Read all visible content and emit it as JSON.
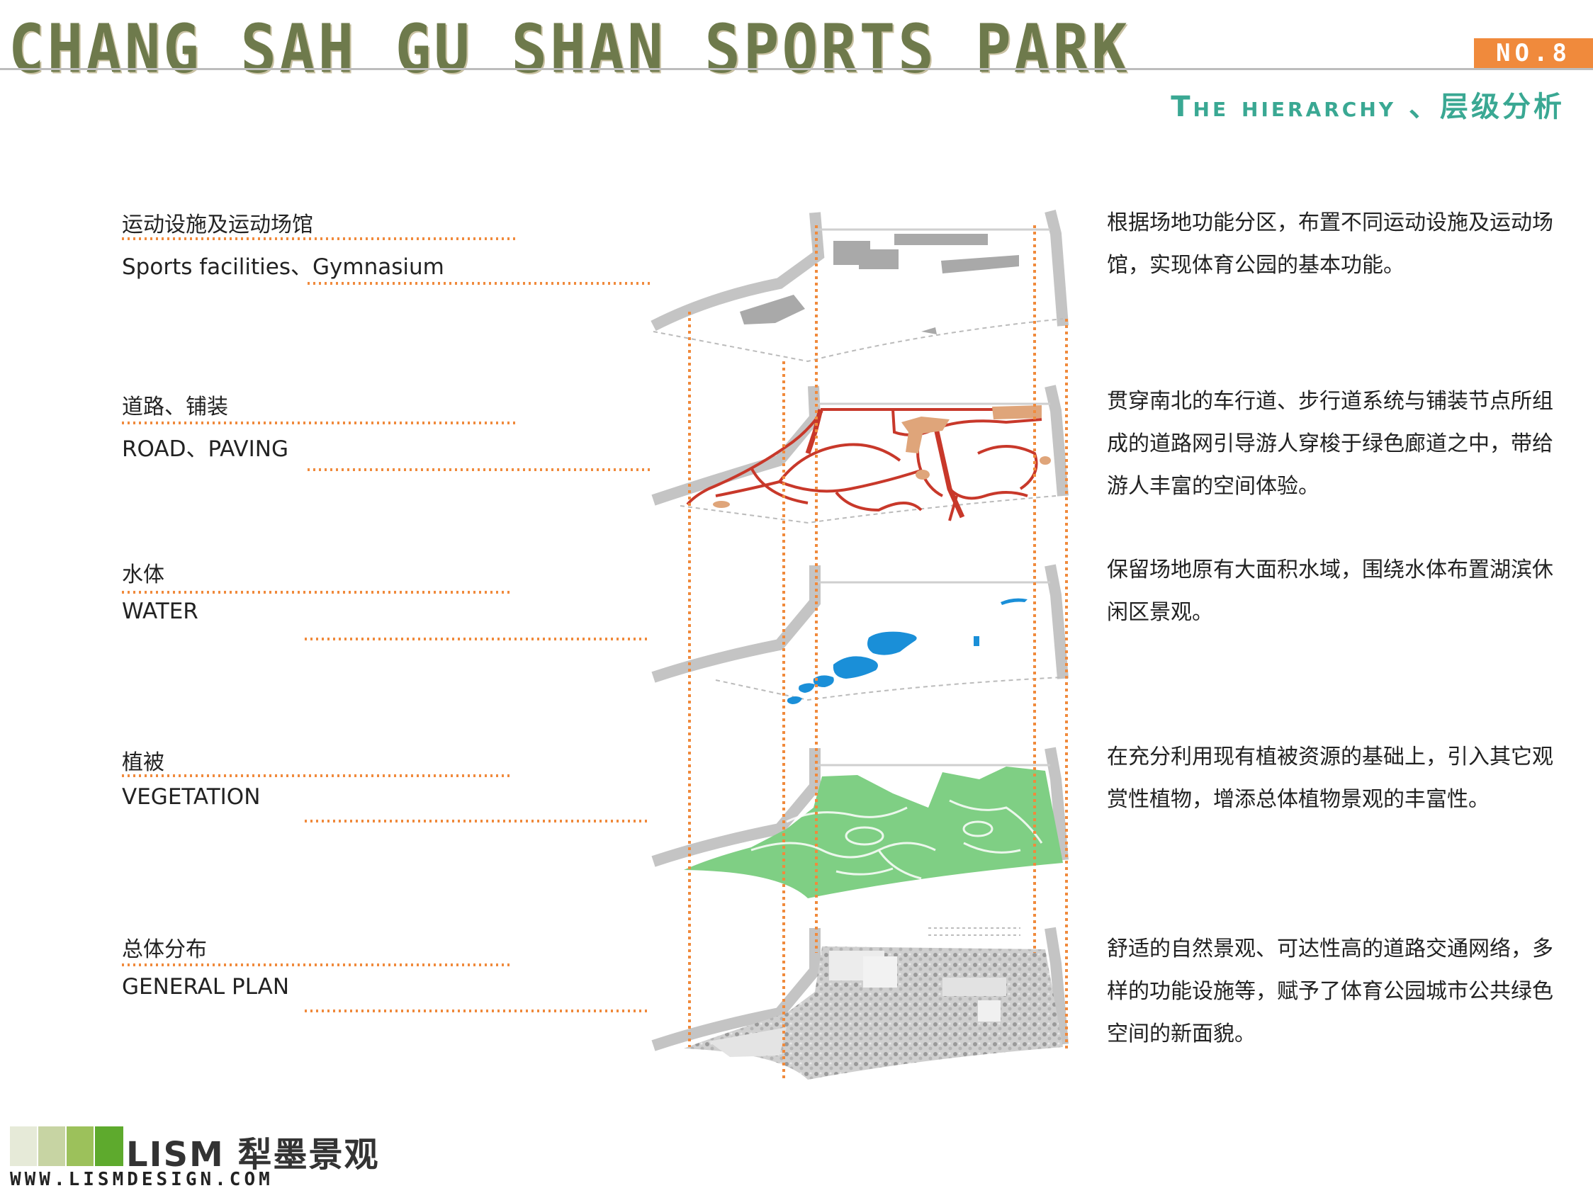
{
  "header": {
    "title": "CHANG SAH GU SHAN SPORTS PARK",
    "page_number": "NO.8",
    "section_title": "The hierarchy 、层级分析"
  },
  "layers": [
    {
      "cn": "运动设施及运动场馆",
      "en": "Sports facilities、Gymnasium",
      "description": "根据场地功能分区，布置不同运动设施及运动场馆，实现体育公园的基本功能。"
    },
    {
      "cn": "道路、铺装",
      "en": "ROAD、PAVING",
      "description": "贯穿南北的车行道、步行道系统与铺装节点所组成的道路网引导游人穿梭于绿色廊道之中，带给游人丰富的空间体验。"
    },
    {
      "cn": "水体",
      "en": "WATER",
      "description": "保留场地原有大面积水域，围绕水体布置湖滨休闲区景观。"
    },
    {
      "cn": "植被",
      "en": "VEGETATION",
      "description": "在充分利用现有植被资源的基础上，引入其它观赏性植物，增添总体植物景观的丰富性。"
    },
    {
      "cn": "总体分布",
      "en": "GENERAL PLAN",
      "description": "舒适的自然景观、可达性高的道路交通网络，多样的功能设施等，赋予了体育公园城市公共绿色空间的新面貌。"
    }
  ],
  "colors": {
    "accent_orange": "#f08a3c",
    "title_teal": "#3aa893",
    "road_red": "#c8382a",
    "paving_tan": "#dfa57a",
    "water_blue": "#1a8fd8",
    "vegetation_green": "#7fcf84",
    "street_grey": "#c4c4c4",
    "building_grey": "#a9a9a9"
  },
  "footer": {
    "logo_text": "LISM 犁墨景观",
    "url": "WWW.LISMDESIGN.COM"
  }
}
